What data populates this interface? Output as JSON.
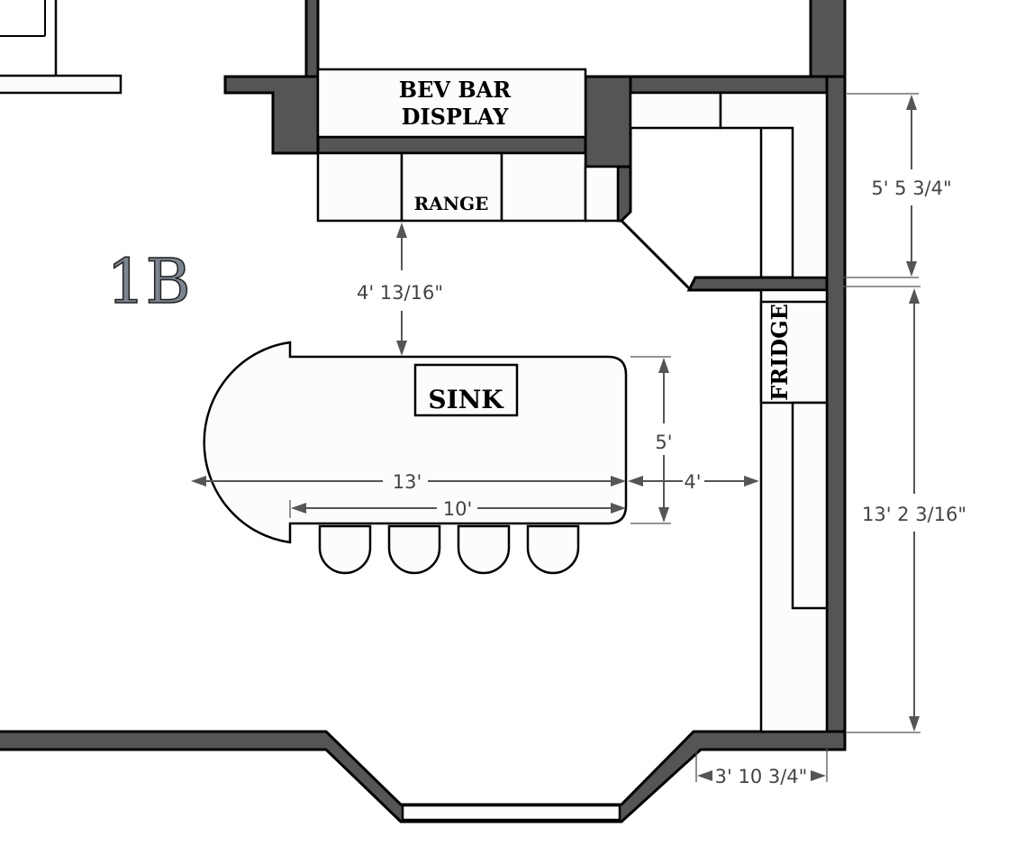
{
  "room_label": "1B",
  "fixtures": {
    "bev_bar_line1": "BEV BAR",
    "bev_bar_line2": "DISPLAY",
    "range": "RANGE",
    "sink": "SINK",
    "fridge": "FRIDGE"
  },
  "dimensions": {
    "range_to_island": "4' 13/16\"",
    "island_length": "13'",
    "island_counter": "10'",
    "island_depth": "5'",
    "island_to_counter": "4'",
    "upper_right_wall": "5' 5 3/4\"",
    "right_wall": "13' 2 3/16\"",
    "bottom_right": "3' 10 3/4\""
  },
  "stool_count": 4
}
